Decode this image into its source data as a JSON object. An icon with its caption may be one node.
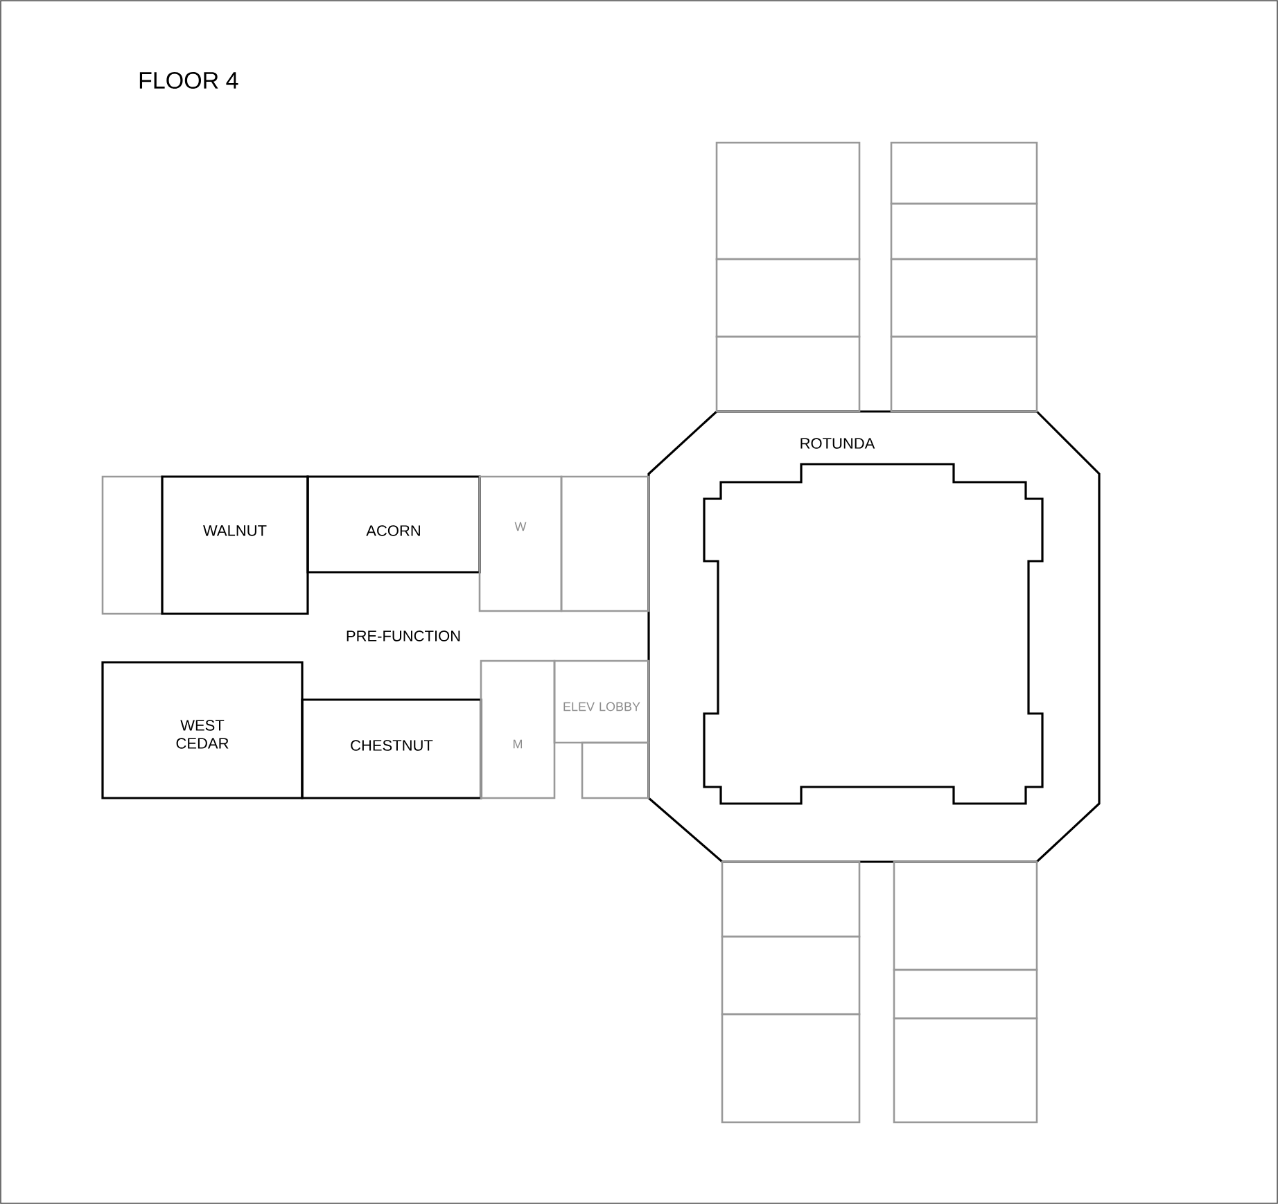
{
  "diagram": {
    "title": "FLOOR 4",
    "nodes": [
      {
        "text": [],
        "shape": "box"
      },
      {
        "text": [],
        "shape": "box"
      },
      {
        "text": [],
        "shape": "box"
      },
      {
        "text": [],
        "shape": "box"
      },
      {
        "text": [],
        "shape": "box"
      },
      {
        "text": [],
        "shape": "box"
      },
      {
        "text": [],
        "shape": "box"
      },
      {
        "text": [
          "ROTUNDA"
        ]
      },
      {
        "text": [],
        "shape": "box"
      },
      {
        "text": [
          "WALNUT"
        ]
      },
      {
        "text": [
          "ACORN"
        ]
      },
      {
        "text": [
          "W"
        ]
      },
      {
        "text": [],
        "shape": "box"
      },
      {
        "text": [
          "PRE-FUNCTION"
        ]
      },
      {
        "text": [
          "WEST CEDAR"
        ]
      },
      {
        "text": [
          "CHESTNUT"
        ]
      },
      {
        "text": [
          "M"
        ]
      },
      {
        "text": [
          "ELEV LOBBY"
        ]
      },
      {
        "text": [],
        "shape": "box"
      },
      {
        "text": [],
        "shape": "box"
      },
      {
        "text": [],
        "shape": "box"
      },
      {
        "text": [],
        "shape": "box"
      },
      {
        "text": [],
        "shape": "box"
      },
      {
        "text": [],
        "shape": "box"
      },
      {
        "text": [],
        "shape": "box"
      }
    ]
  }
}
